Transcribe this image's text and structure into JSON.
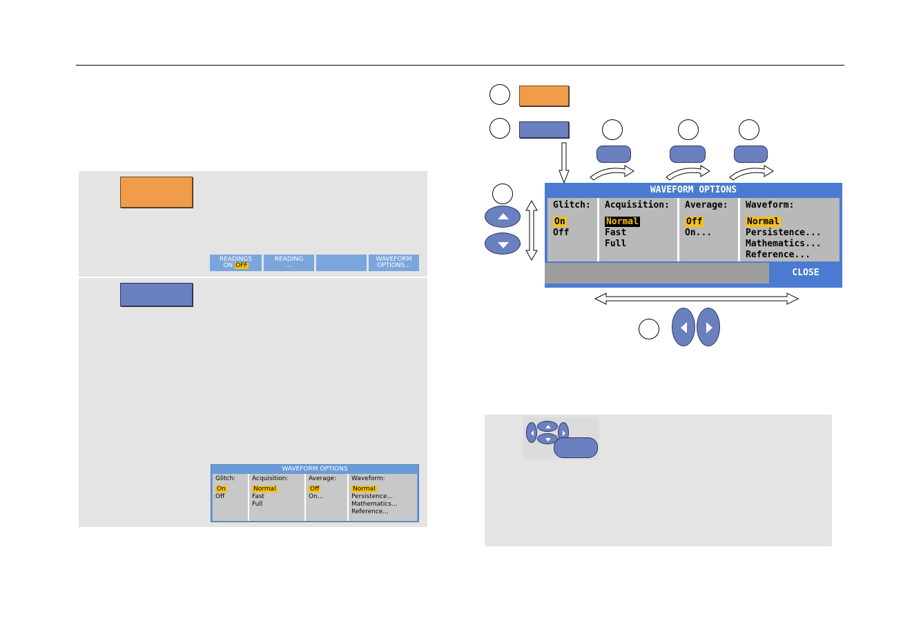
{
  "left_panel": {
    "softkeys": [
      {
        "line1": "READINGS",
        "line2_prefix": "ON ",
        "line2_highlight": "OFF"
      },
      {
        "line1": "READING",
        "line2": "..."
      },
      {
        "line1": "",
        "line2": ""
      },
      {
        "line1": "WAVEFORM",
        "line2": "OPTIONS..."
      }
    ],
    "small_dialog": {
      "title": "WAVEFORM OPTIONS",
      "columns": [
        {
          "header": "Glitch:",
          "items": [
            "On",
            "Off"
          ],
          "selected": 0
        },
        {
          "header": "Acquisition:",
          "items": [
            "Normal",
            "Fast",
            "Full"
          ],
          "selected": 0
        },
        {
          "header": "Average:",
          "items": [
            "Off",
            "On..."
          ],
          "selected": 0
        },
        {
          "header": "Waveform:",
          "items": [
            "Normal",
            "Persistence...",
            "Mathematics...",
            "Reference..."
          ],
          "selected": 0
        }
      ]
    }
  },
  "right_diagram": {
    "dialog": {
      "title": "WAVEFORM OPTIONS",
      "close_label": "CLOSE",
      "columns": [
        {
          "header": "Glitch:",
          "items": [
            "On",
            "Off"
          ],
          "selected": 0
        },
        {
          "header": "Acquisition:",
          "items": [
            "Normal",
            "Fast",
            "Full"
          ],
          "selected": 0
        },
        {
          "header": "Average:",
          "items": [
            "Off",
            "On..."
          ],
          "selected": 0
        },
        {
          "header": "Waveform:",
          "items": [
            "Normal",
            "Persistence...",
            "Mathematics...",
            "Reference..."
          ],
          "selected": 0
        }
      ]
    }
  },
  "colors": {
    "orange_key": "#f19c4a",
    "blue_key": "#6b80bf",
    "softkey_bar": "#7aa6db",
    "dialog_blue": "#4a7bd0",
    "highlight": "#f6c116",
    "panel_grey": "#e4e4e4"
  }
}
